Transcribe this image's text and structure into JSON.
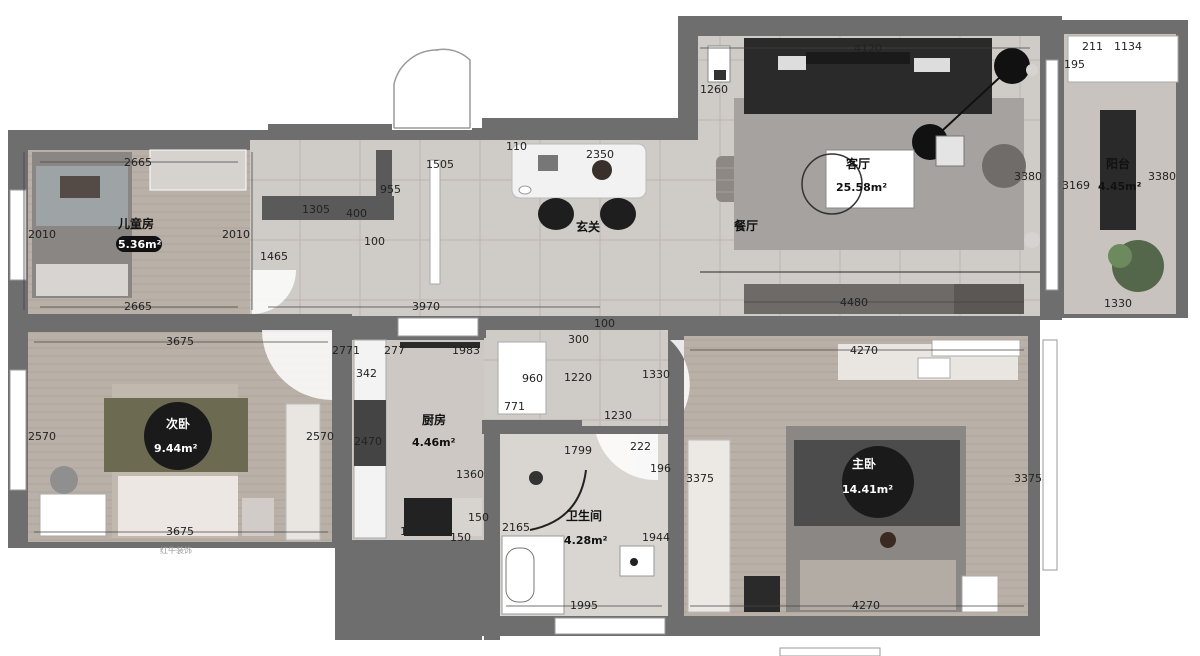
{
  "rooms": {
    "kids": {
      "name": "儿童房",
      "area": "5.36m²"
    },
    "living": {
      "name": "客厅",
      "area": "25.58m²"
    },
    "balcony": {
      "name": "阳台",
      "area": "4.45m²"
    },
    "entry": {
      "name": "玄关"
    },
    "dining": {
      "name": "餐厅"
    },
    "second": {
      "name": "次卧",
      "area": "9.44m²"
    },
    "kitchen": {
      "name": "厨房",
      "area": "4.46m²"
    },
    "bath": {
      "name": "卫生间",
      "area": "4.28m²"
    },
    "master": {
      "name": "主卧",
      "area": "14.41m²"
    }
  },
  "dimensions": {
    "kids_top": "2665",
    "kids_bottom": "2665",
    "kids_left": "2010",
    "kids_right": "2010",
    "corridor_1465": "1465",
    "cabinet_1305": "1305",
    "d400": "400",
    "d100a": "100",
    "d955": "955",
    "d1505": "1505",
    "d110": "110",
    "d2350": "2350",
    "d3970": "3970",
    "d100b": "100",
    "living_top": "4120",
    "d1260": "1260",
    "living_right": "3380",
    "tv_wall": "4480",
    "bal_211": "211",
    "bal_1134": "1134",
    "bal_195": "195",
    "bal_3169": "3169",
    "bal_3380": "3380",
    "bal_1330": "1330",
    "second_top": "3675",
    "second_left": "2570",
    "second_right": "2570",
    "second_bottom": "3675",
    "k2771": "2771",
    "k277": "277",
    "k1983": "1983",
    "k342": "342",
    "k960": "960",
    "k771": "771",
    "k2470": "2470",
    "k1360": "1360",
    "k1405": "1405",
    "k150a": "150",
    "k150b": "150",
    "c300": "300",
    "c1220": "1220",
    "c1330": "1330",
    "c1230": "1230",
    "b1799": "1799",
    "b222": "222",
    "b196": "196",
    "b2165": "2165",
    "b1944": "1944",
    "b1995": "1995",
    "m4270_top": "4270",
    "m3375_left": "3375",
    "m3375_right": "3375",
    "m4270_bottom": "4270"
  },
  "brand": "红牛装饰",
  "colors": {
    "wall": "#6f6f6f",
    "floor_stone": "#cfcac5",
    "floor_wood": "#b7aea6",
    "rug": "#a3a09c"
  }
}
